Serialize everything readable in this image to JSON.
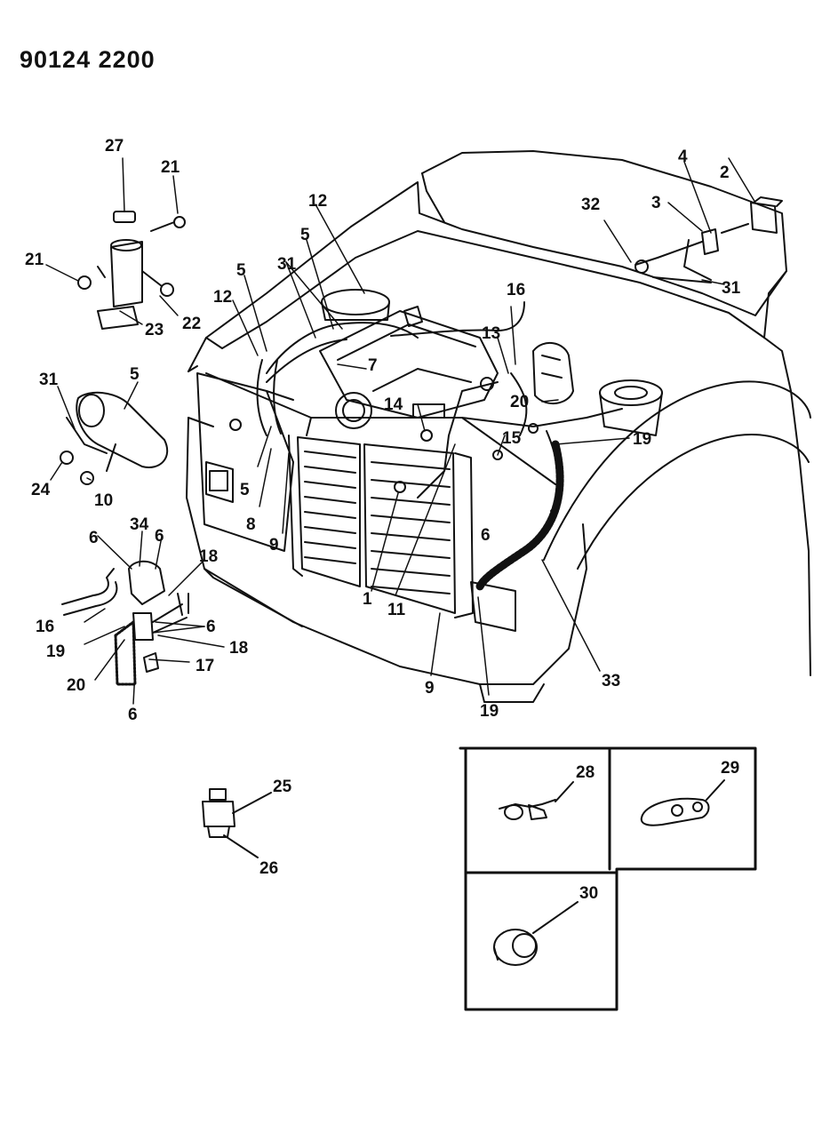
{
  "document": {
    "id": "90124 2200"
  },
  "callouts": {
    "c1": "1",
    "c2": "2",
    "c3": "3",
    "c4": "4",
    "c5": "5",
    "c6": "6",
    "c7": "7",
    "c8": "8",
    "c9": "9",
    "c10": "10",
    "c11": "11",
    "c12": "12",
    "c13": "13",
    "c14": "14",
    "c15": "15",
    "c16": "16",
    "c17": "17",
    "c18": "18",
    "c19": "19",
    "c20": "20",
    "c21": "21",
    "c22": "22",
    "c23": "23",
    "c24": "24",
    "c25": "25",
    "c26": "26",
    "c27": "27",
    "c28": "28",
    "c29": "29",
    "c30": "30",
    "c31": "31",
    "c32": "32",
    "c33": "33",
    "c34": "34"
  },
  "colors": {
    "ink": "#111111",
    "paper": "#ffffff"
  }
}
